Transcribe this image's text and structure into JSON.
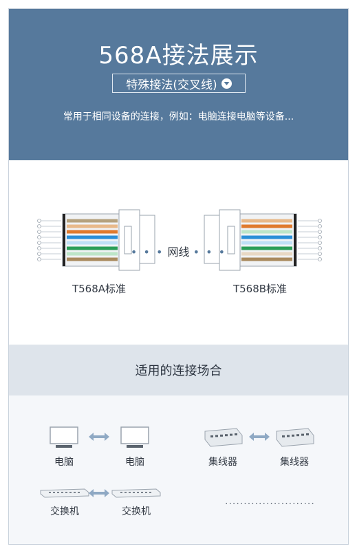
{
  "header": {
    "title": "568A接法展示",
    "mode_label": "特殊接法(交叉线)",
    "description": "常用于相同设备的连接，例如：电脑连接电脑等设备..."
  },
  "diagram": {
    "left_standard": "T568A标准",
    "right_standard": "T568B标准",
    "cable_label": "网线"
  },
  "section": {
    "title": "适用的连接场合"
  },
  "devices": {
    "pairs": [
      {
        "left": "电脑",
        "right": "电脑"
      },
      {
        "left": "集线器",
        "right": "集线器"
      },
      {
        "left": "交换机",
        "right": "交换机"
      }
    ],
    "more": "........................"
  },
  "colors": {
    "header_bg": "#56799c",
    "section_bg": "#dee4eb",
    "arrow": "#8fa9c4"
  }
}
